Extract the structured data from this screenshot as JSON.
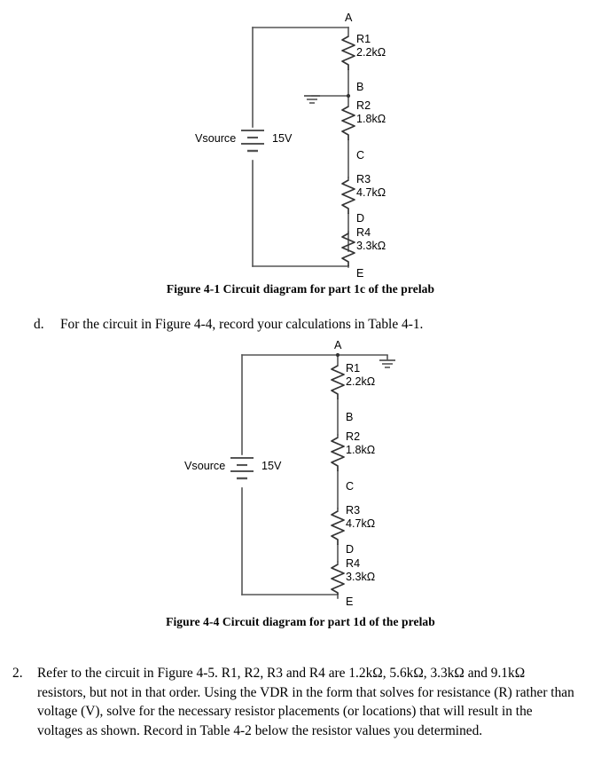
{
  "page": {
    "background": "#ffffff",
    "wire_color": "#555555",
    "text_color": "#000000"
  },
  "figure1": {
    "name": "figure-4-1",
    "caption": "Figure 4-1 Circuit diagram for part 1c of the prelab",
    "source_label": "Vsource",
    "source_value": "15V",
    "ground_node": "B",
    "nodes": [
      "A",
      "B",
      "C",
      "D",
      "E"
    ],
    "resistors": [
      {
        "ref": "R1",
        "value": "2.2kΩ"
      },
      {
        "ref": "R2",
        "value": "1.8kΩ"
      },
      {
        "ref": "R3",
        "value": "4.7kΩ"
      },
      {
        "ref": "R4",
        "value": "3.3kΩ"
      }
    ]
  },
  "item_d": {
    "marker": "d.",
    "text": "For the circuit in Figure 4-4, record your calculations in Table 4-1."
  },
  "figure4": {
    "name": "figure-4-4",
    "caption": "Figure 4-4 Circuit diagram for part 1d of the prelab",
    "source_label": "Vsource",
    "source_value": "15V",
    "ground_node": "A",
    "nodes": [
      "A",
      "B",
      "C",
      "D",
      "E"
    ],
    "resistors": [
      {
        "ref": "R1",
        "value": "2.2kΩ"
      },
      {
        "ref": "R2",
        "value": "1.8kΩ"
      },
      {
        "ref": "R3",
        "value": "4.7kΩ"
      },
      {
        "ref": "R4",
        "value": "3.3kΩ"
      }
    ]
  },
  "item_2": {
    "marker": "2.",
    "text": "Refer to the circuit in Figure 4-5. R1, R2, R3 and R4 are 1.2kΩ, 5.6kΩ, 3.3kΩ and 9.1kΩ resistors, but not in that order. Using the VDR in the form that solves for resistance (R) rather than voltage (V), solve for the necessary resistor placements (or locations) that will result in the voltages as shown. Record in Table 4-2 below the resistor values you determined."
  }
}
